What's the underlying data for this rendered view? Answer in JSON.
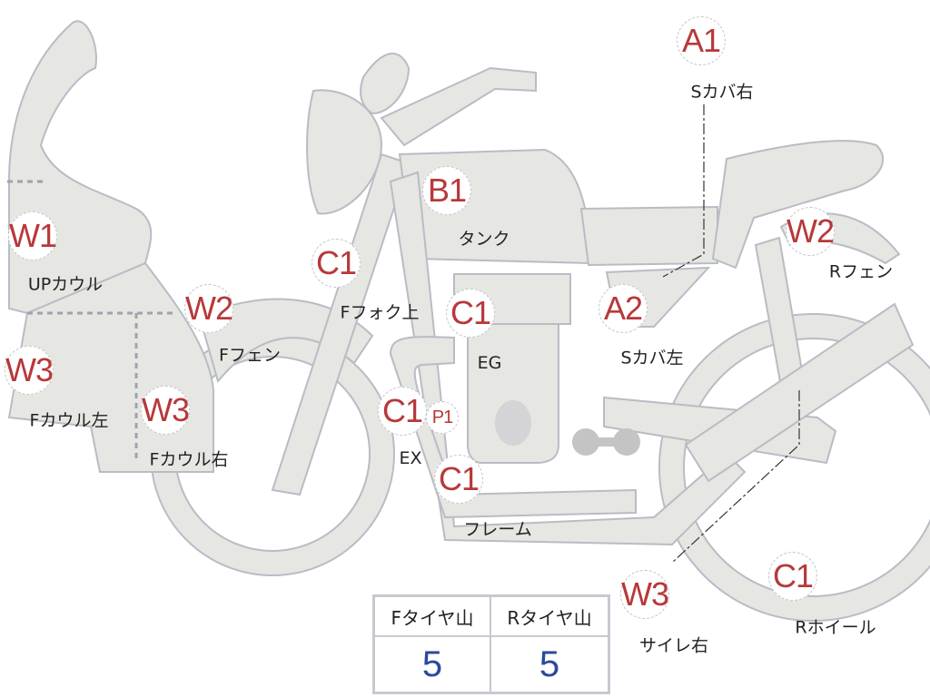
{
  "badges": [
    {
      "code": "A1",
      "label": "Sカバ右"
    },
    {
      "code": "B1",
      "label": "タンク"
    },
    {
      "code": "C1",
      "label": "Fフォク上"
    },
    {
      "code": "W1",
      "label": "UPカウル"
    },
    {
      "code": "W2",
      "label": "Fフェン"
    },
    {
      "code": "W3",
      "label": "Fカウル左"
    },
    {
      "code": "W3",
      "label": "Fカウル右"
    },
    {
      "code": "C1",
      "label": "EG"
    },
    {
      "code": "A2",
      "label": "Sカバ左"
    },
    {
      "code": "W2",
      "label": "Rフェン"
    },
    {
      "code": "C1",
      "label": "EX"
    },
    {
      "code": "P1"
    },
    {
      "code": "C1",
      "label": "フレーム"
    },
    {
      "code": "W3",
      "label": "サイレ右"
    },
    {
      "code": "C1",
      "label": "Rホイール"
    }
  ],
  "tire_table": {
    "headers": [
      "Fタイヤ山",
      "Rタイヤ山"
    ],
    "values": [
      "5",
      "5"
    ]
  },
  "colors": {
    "badge_text": "#b8383a",
    "part_fill": "#e6e6e2",
    "part_stroke": "#b8bcc4",
    "value_text": "#2a4a9a"
  }
}
